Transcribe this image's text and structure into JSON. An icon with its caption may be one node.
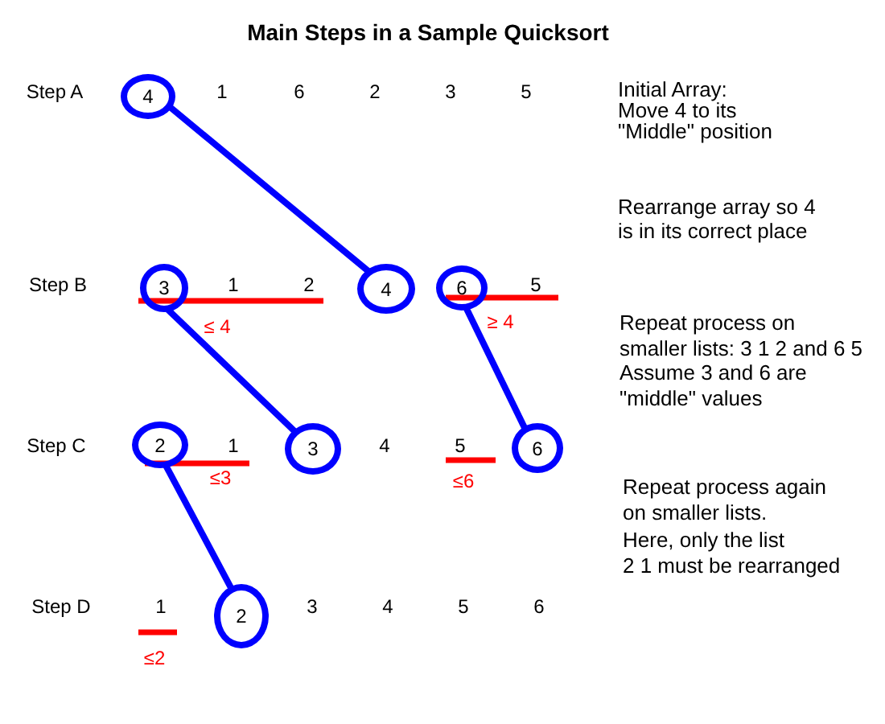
{
  "diagram": {
    "title": "Main Steps in a Sample Quicksort",
    "nodes": [
      {
        "text": [
          "4"
        ]
      },
      {
        "text": [
          "3"
        ]
      },
      {
        "text": [
          "4"
        ]
      },
      {
        "text": [
          "6"
        ]
      },
      {
        "text": [
          "2"
        ]
      },
      {
        "text": [
          "3"
        ]
      },
      {
        "text": [
          "6"
        ]
      },
      {
        "text": [
          "2"
        ]
      }
    ],
    "edges": [
      {
        "from": 0,
        "to": 2,
        "arrow": "none"
      },
      {
        "from": 1,
        "to": 5,
        "arrow": "none"
      },
      {
        "from": 3,
        "to": 6,
        "arrow": "none"
      },
      {
        "from": 4,
        "to": 7,
        "arrow": "none"
      }
    ],
    "labels": [
      "Step A",
      "1",
      "6",
      "2",
      "3",
      "5",
      "Initial Array: Move 4 to its \"Middle\" position",
      "Rearrange array so 4 is in its correct place",
      "Step B",
      "1",
      "2",
      "5",
      "≤ 4",
      "≥ 4",
      "Repeat process on smaller lists: 3 1 2 and 6 5 Assume 3 and 6 are \"middle\" values",
      "Step C",
      "1",
      "4",
      "5",
      "≤3",
      "≤6",
      "Repeat process again on smaller lists. Here, only the list 2 1 must be rearranged",
      "Step D",
      "1",
      "3",
      "4",
      "5",
      "6",
      "≤2"
    ]
  }
}
